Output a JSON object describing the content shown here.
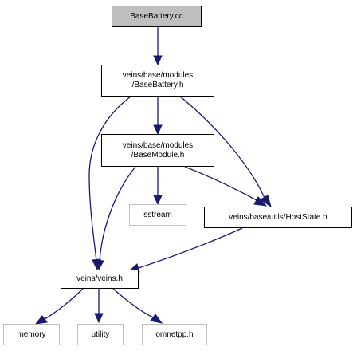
{
  "nodes": {
    "base_battery_cc": {
      "lines": [
        "BaseBattery.cc"
      ]
    },
    "base_battery_h": {
      "lines": [
        "veins/base/modules",
        "/BaseBattery.h"
      ]
    },
    "base_module_h": {
      "lines": [
        "veins/base/modules",
        "/BaseModule.h"
      ]
    },
    "sstream": {
      "lines": [
        "sstream"
      ]
    },
    "host_state_h": {
      "lines": [
        "veins/base/utils/HostState.h"
      ]
    },
    "veins_h": {
      "lines": [
        "veins/veins.h"
      ]
    },
    "memory": {
      "lines": [
        "memory"
      ]
    },
    "utility": {
      "lines": [
        "utility"
      ]
    },
    "omnetpp_h": {
      "lines": [
        "omnetpp.h"
      ]
    }
  },
  "edges": [
    {
      "from": "BaseBattery.cc",
      "to": "veins/base/modules/BaseBattery.h"
    },
    {
      "from": "veins/base/modules/BaseBattery.h",
      "to": "veins/veins.h"
    },
    {
      "from": "veins/base/modules/BaseBattery.h",
      "to": "veins/base/modules/BaseModule.h"
    },
    {
      "from": "veins/base/modules/BaseBattery.h",
      "to": "veins/base/utils/HostState.h"
    },
    {
      "from": "veins/base/modules/BaseModule.h",
      "to": "veins/veins.h"
    },
    {
      "from": "veins/base/modules/BaseModule.h",
      "to": "sstream"
    },
    {
      "from": "veins/base/modules/BaseModule.h",
      "to": "veins/base/utils/HostState.h"
    },
    {
      "from": "veins/base/utils/HostState.h",
      "to": "veins/veins.h"
    },
    {
      "from": "veins/veins.h",
      "to": "memory"
    },
    {
      "from": "veins/veins.h",
      "to": "utility"
    },
    {
      "from": "veins/veins.h",
      "to": "omnetpp.h"
    }
  ],
  "colors": {
    "edge": "#191970",
    "root_fill": "#bfbfbf",
    "external_border": "#bfbfbf",
    "node_border": "#000000"
  }
}
